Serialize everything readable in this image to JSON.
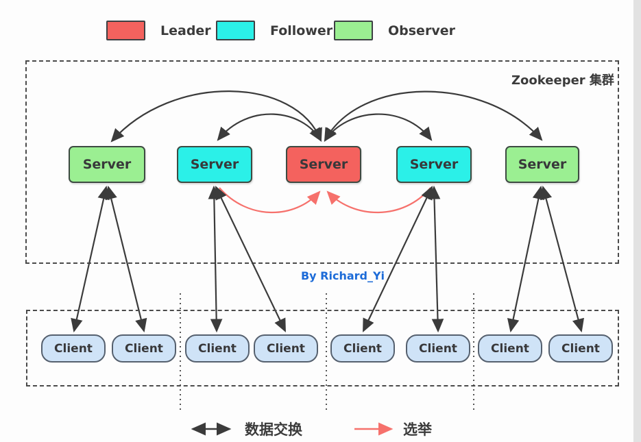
{
  "legend": {
    "items": [
      {
        "label": "Leader",
        "role": "leader",
        "color": "#f4625e"
      },
      {
        "label": "Follower",
        "role": "follower",
        "color": "#2bf0e8"
      },
      {
        "label": "Observer",
        "role": "observer",
        "color": "#9bef92"
      }
    ]
  },
  "cluster": {
    "title": "Zookeeper 集群",
    "servers": [
      {
        "label": "Server",
        "role": "observer"
      },
      {
        "label": "Server",
        "role": "follower"
      },
      {
        "label": "Server",
        "role": "leader"
      },
      {
        "label": "Server",
        "role": "follower"
      },
      {
        "label": "Server",
        "role": "observer"
      }
    ]
  },
  "byline": "By Richard_Yi",
  "clients": {
    "items": [
      "Client",
      "Client",
      "Client",
      "Client",
      "Client",
      "Client",
      "Client",
      "Client"
    ]
  },
  "bottom_legend": {
    "data_exchange_label": "数据交换",
    "election_label": "选举"
  },
  "colors": {
    "leader": "#f4625e",
    "follower": "#2bf0e8",
    "observer": "#9bef92",
    "client_fill": "#cfe3f7",
    "arrow_black": "#3b3b3b",
    "arrow_red": "#f6716c",
    "byline_blue": "#1c6bd8"
  }
}
